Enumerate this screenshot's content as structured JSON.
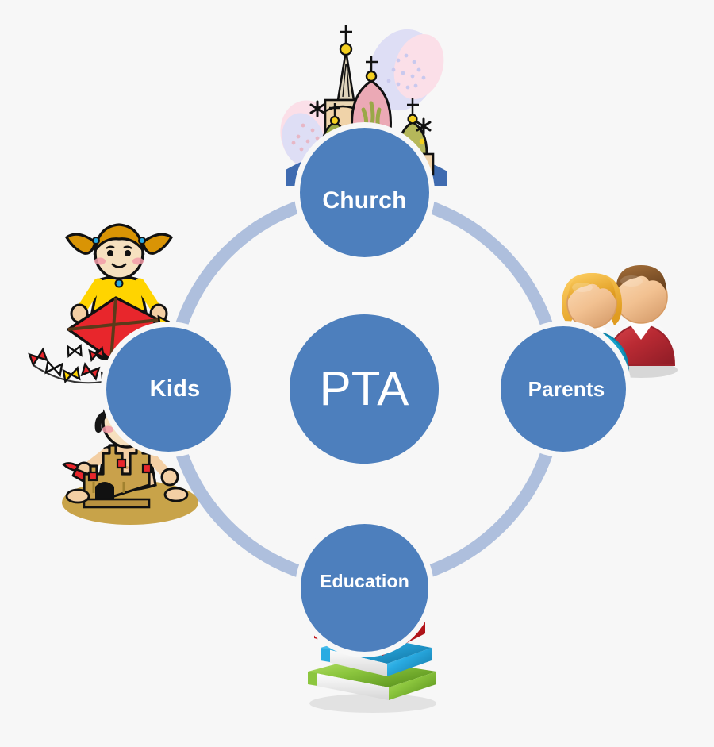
{
  "diagram": {
    "title": "PTA",
    "type": "hub-and-spoke circle diagram",
    "background_color": "#f7f7f7",
    "node_color": "#4d7fbd",
    "ring_color": "#aebfdd",
    "label_color": "#ffffff"
  },
  "center": {
    "label": "PTA",
    "name": "center-hub"
  },
  "nodes": [
    {
      "id": "church",
      "label": "Church",
      "position": "top",
      "icon": "orthodox-church-illustration",
      "icon_description": "stylized church with onion domes and crosses"
    },
    {
      "id": "kids",
      "label": "Kids",
      "position": "left",
      "icon": "children-illustration",
      "icon_description": "girl with red kite and boy building a sandcastle"
    },
    {
      "id": "parents",
      "label": "Parents",
      "position": "right",
      "icon": "parents-avatar-illustration",
      "icon_description": "woman in cyan sweater and man in red sweater"
    },
    {
      "id": "education",
      "label": "Education",
      "position": "bottom",
      "icon": "stacked-books-illustration",
      "icon_description": "three stacked books red, blue and green"
    }
  ],
  "ring": {
    "name": "connector-ring",
    "color": "#aebfdd",
    "stroke_width": 16
  },
  "palette": {
    "node_blue": "#4d7fbd",
    "ring_blue": "#aebfdd",
    "background": "#f7f7f7",
    "kite_red": "#e8262c",
    "dress_yellow": "#ffd400",
    "hair_orange": "#d99405",
    "sand_tan": "#c8a349",
    "book_red": "#c4161c",
    "book_blue": "#29abe2",
    "book_green": "#8cc63e",
    "sweater_cyan": "#22b3d8",
    "sweater_red": "#b92a33",
    "skin": "#f3cfa4",
    "dome_green": "#9aa847",
    "dome_pink": "#e8a3b0",
    "dome_gold": "#f5d020",
    "blob_lavender": "#d9d9f2",
    "blob_pink": "#fbe0e6"
  }
}
